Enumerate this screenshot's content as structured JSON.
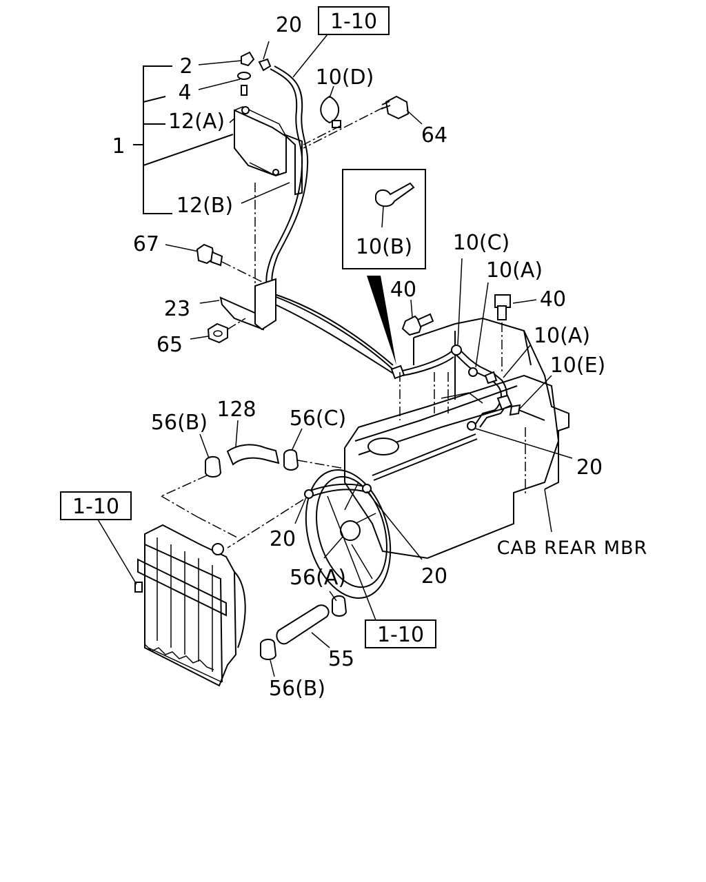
{
  "callouts": {
    "c1": "1",
    "c2": "2",
    "c4": "4",
    "c12a": "12(A)",
    "c12b": "12(B)",
    "c20_top": "20",
    "c10d": "10(D)",
    "c64": "64",
    "c67": "67",
    "c23": "23",
    "c65": "65",
    "c10b": "10(B)",
    "c40_left": "40",
    "c40_right": "40",
    "c10c": "10(C)",
    "c10a_upper": "10(A)",
    "c10a_lower": "10(A)",
    "c10e": "10(E)",
    "c20_right": "20",
    "c56b_upper": "56(B)",
    "c128": "128",
    "c56c": "56(C)",
    "c20_mid": "20",
    "c20_low": "20",
    "c56a": "56(A)",
    "c55": "55",
    "c56b_lower": "56(B)",
    "cab_rear": "CAB REAR MBR"
  },
  "ref_boxes": {
    "top": "1-10",
    "left": "1-10",
    "bottom": "1-10"
  }
}
